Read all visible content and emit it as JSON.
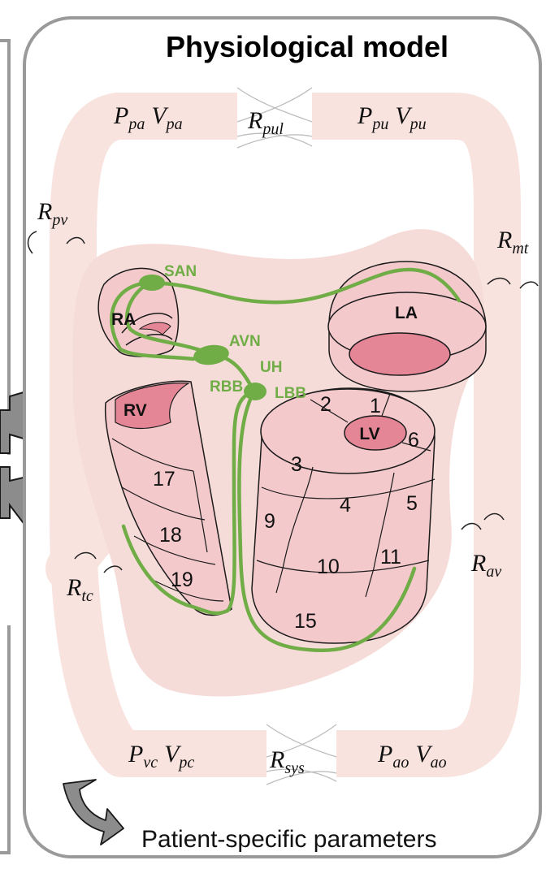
{
  "title": "Physiological model",
  "footer": "Patient-specific parameters",
  "circulation": {
    "p_pa": "P",
    "p_pa_sub": "pa",
    "v_pa": "V",
    "v_pa_sub": "pa",
    "r_pul": "R",
    "r_pul_sub": "pul",
    "p_pu": "P",
    "p_pu_sub": "pu",
    "v_pu": "V",
    "v_pu_sub": "pu",
    "r_pv": "R",
    "r_pv_sub": "pv",
    "r_mt": "R",
    "r_mt_sub": "mt",
    "r_tc": "R",
    "r_tc_sub": "tc",
    "r_av": "R",
    "r_av_sub": "av",
    "p_vc": "P",
    "p_vc_sub": "vc",
    "v_vc": "V",
    "v_vc_sub": "pc",
    "r_sys": "R",
    "r_sys_sub": "sys",
    "p_ao": "P",
    "p_ao_sub": "ao",
    "v_ao": "V",
    "v_ao_sub": "ao"
  },
  "chambers": {
    "ra": "RA",
    "la": "LA",
    "rv": "RV",
    "lv": "LV"
  },
  "conduction": {
    "san": "SAN",
    "avn": "AVN",
    "uh": "UH",
    "rbb": "RBB",
    "lbb": "LBB"
  },
  "segments": {
    "s1": "1",
    "s2": "2",
    "s3": "3",
    "s4": "4",
    "s5": "5",
    "s6": "6",
    "s9": "9",
    "s10": "10",
    "s11": "11",
    "s15": "15",
    "s17": "17",
    "s18": "18",
    "s19": "19"
  },
  "colors": {
    "frame": "#999999",
    "vessel": "#f8e3df",
    "heart_bg": "#f6dcd8",
    "tissue": "#f4c9cc",
    "tissue_dark": "#e58696",
    "conduction": "#70ad47",
    "arrow": "#8c8c8c"
  }
}
